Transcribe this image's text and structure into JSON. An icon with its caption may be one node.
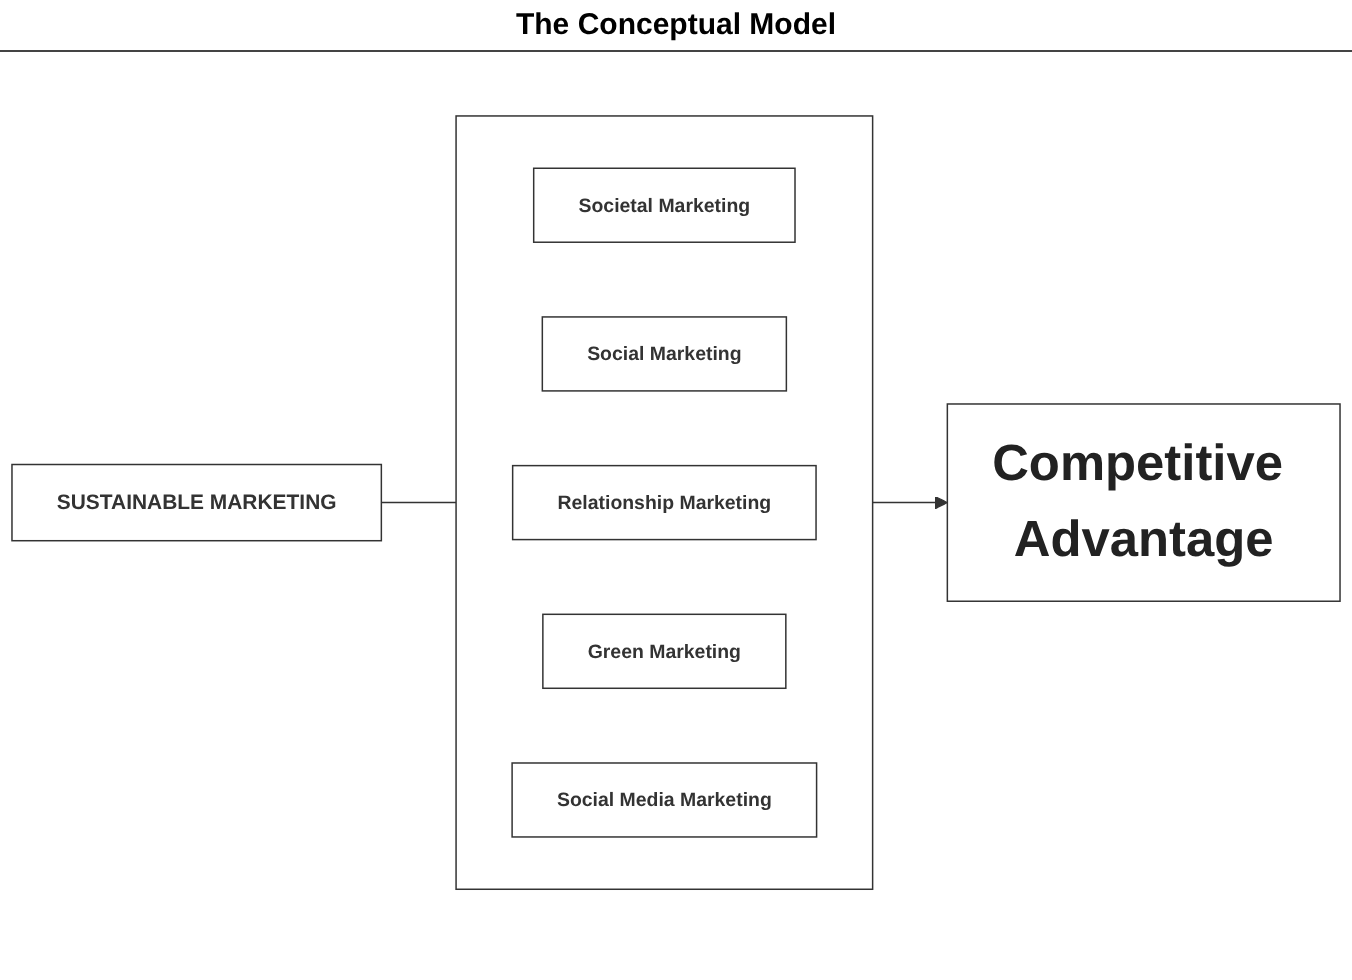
{
  "diagram": {
    "title": "The Conceptual Model",
    "nodes": [
      {
        "text": [
          "SUSTAINABLE MARKETING"
        ]
      },
      {
        "text": [],
        "shape": "box"
      },
      {
        "text": [
          "Societal Marketing"
        ],
        "in": 1
      },
      {
        "text": [
          "Social Marketing"
        ],
        "in": 1
      },
      {
        "text": [
          "Relationship Marketing"
        ],
        "in": 1
      },
      {
        "text": [
          "Green Marketing"
        ],
        "in": 1
      },
      {
        "text": [
          "Social Media Marketing"
        ],
        "in": 1
      },
      {
        "text": [
          "Competitive Advantage"
        ]
      }
    ],
    "edges": [
      {
        "from": 0,
        "to": 1,
        "arrow": "none"
      },
      {
        "from": 1,
        "to": 7,
        "arrow": "to"
      }
    ]
  }
}
